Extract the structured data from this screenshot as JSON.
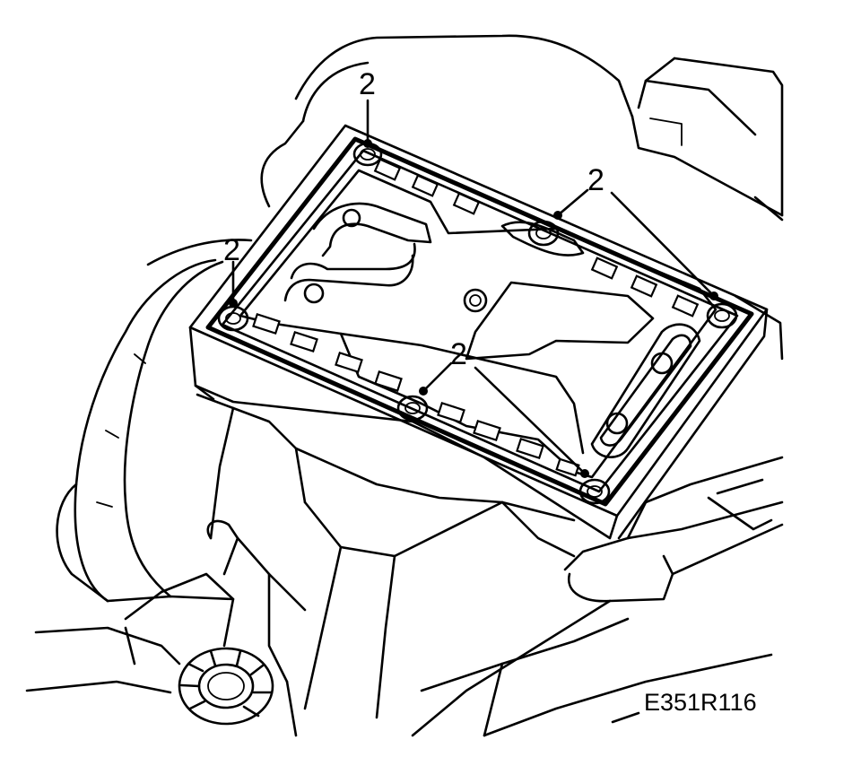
{
  "figure_id": "E351R116",
  "callouts": [
    "2",
    "2",
    "2",
    "2"
  ]
}
